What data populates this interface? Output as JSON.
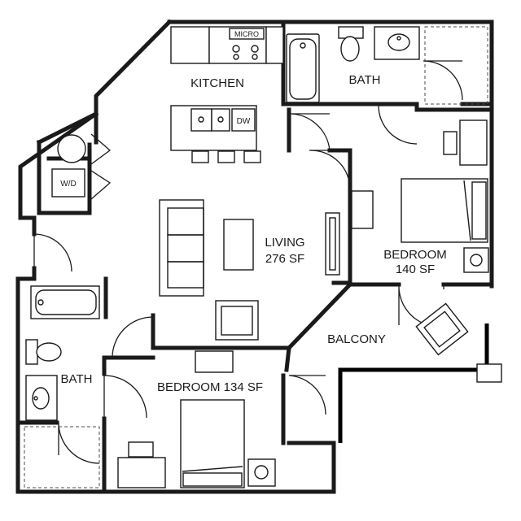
{
  "rooms": {
    "kitchen": "KITCHEN",
    "bath_top": "BATH",
    "living_name": "LIVING",
    "living_area": "276 SF",
    "bedroom_right_name": "BEDROOM",
    "bedroom_right_area": "140 SF",
    "balcony": "BALCONY",
    "bath_left": "BATH",
    "bedroom_bottom": "BEDROOM 134 SF"
  },
  "fixtures": {
    "micro": "MICRO",
    "dishwasher": "DW",
    "washer_dryer": "W/D"
  },
  "colors": {
    "wall": "#1a1a1a",
    "background": "#ffffff"
  }
}
